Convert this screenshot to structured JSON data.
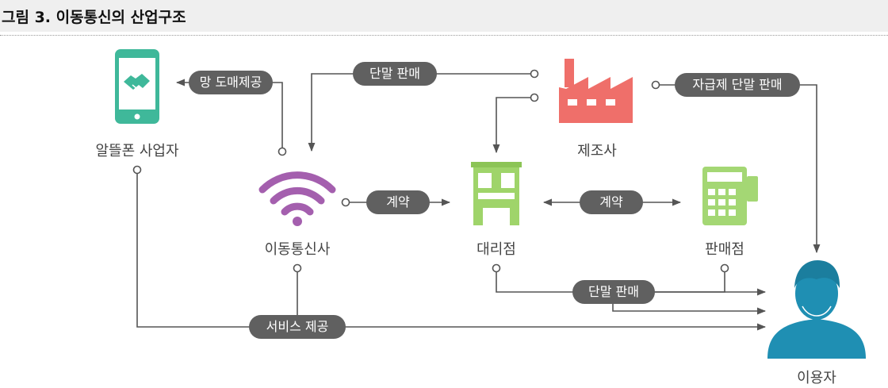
{
  "header": {
    "title": "그림 3. 이동통신의 산업구조"
  },
  "nodes": {
    "mvno": {
      "label": "알뜰폰 사업자",
      "icon": "smartphone-handshake-icon",
      "color": "#3fb89a"
    },
    "mno": {
      "label": "이동통신사",
      "icon": "wifi-icon",
      "color": "#a45fae"
    },
    "manufacturer": {
      "label": "제조사",
      "icon": "factory-icon",
      "color": "#ef6f6a"
    },
    "agency": {
      "label": "대리점",
      "icon": "building-icon",
      "color": "#9fd46a"
    },
    "retailer": {
      "label": "판매점",
      "icon": "card-terminal-icon",
      "color": "#a4d774"
    },
    "user": {
      "label": "이용자",
      "icon": "user-icon",
      "color": "#1f8fb3"
    }
  },
  "edges": {
    "wholesale": "망 도매제공",
    "device_sales_top": "단말 판매",
    "unlocked_sales": "자급제 단말 판매",
    "contract_mno_agency": "계약",
    "contract_agency_retailer": "계약",
    "device_sales_bottom": "단말 판매",
    "service": "서비스 제공"
  },
  "colors": {
    "pill_bg": "#606060",
    "line": "#555555"
  }
}
